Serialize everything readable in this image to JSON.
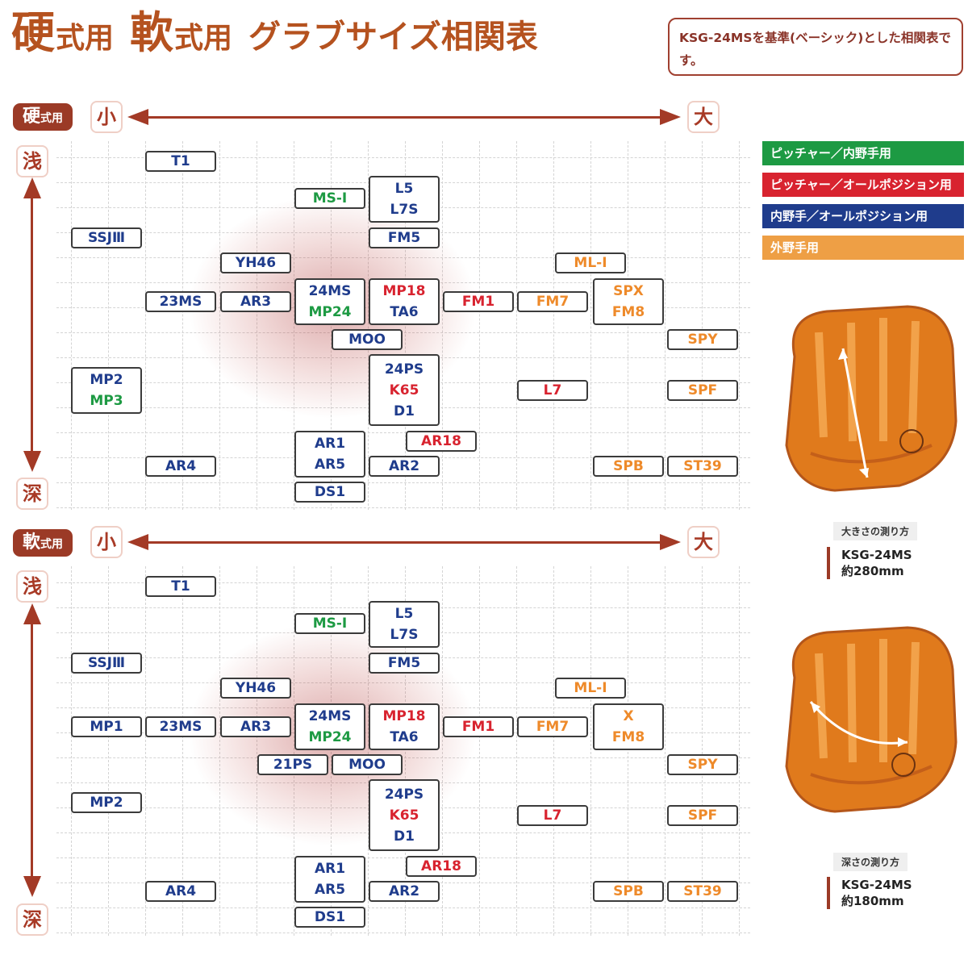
{
  "header": {
    "title_part1_big": "硬",
    "title_part1_small": "式用",
    "title_part2_big": "軟",
    "title_part2_small": "式用",
    "title_part3": "グラブサイズ相関表",
    "note": "KSG-24MSを基準(ベーシック)とした相関表です。"
  },
  "axis": {
    "small": "小",
    "large": "大",
    "shallow": "浅",
    "deep": "深"
  },
  "sections": [
    {
      "tag_main": "硬",
      "tag_sub": "式用",
      "boxes": [
        {
          "lines": [
            {
              "t": "T1",
              "c": "blue"
            }
          ]
        },
        {
          "lines": [
            {
              "t": "MS-I",
              "c": "green"
            }
          ]
        },
        {
          "lines": [
            {
              "t": "L5",
              "c": "blue"
            },
            {
              "t": "L7S",
              "c": "blue"
            }
          ]
        },
        {
          "lines": [
            {
              "t": "SSJⅢ",
              "c": "blue"
            }
          ]
        },
        {
          "lines": [
            {
              "t": "FM5",
              "c": "blue"
            }
          ]
        },
        {
          "lines": [
            {
              "t": "YH46",
              "c": "blue"
            }
          ]
        },
        {
          "lines": [
            {
              "t": "ML-I",
              "c": "orange"
            }
          ]
        },
        {
          "lines": [
            {
              "t": "23MS",
              "c": "blue"
            }
          ]
        },
        {
          "lines": [
            {
              "t": "AR3",
              "c": "blue"
            }
          ]
        },
        {
          "lines": [
            {
              "t": "24MS",
              "c": "blue"
            },
            {
              "t": "MP24",
              "c": "green"
            }
          ]
        },
        {
          "lines": [
            {
              "t": "MP18",
              "c": "red"
            },
            {
              "t": "TA6",
              "c": "blue"
            }
          ]
        },
        {
          "lines": [
            {
              "t": "FM1",
              "c": "red"
            }
          ]
        },
        {
          "lines": [
            {
              "t": "FM7",
              "c": "orange"
            }
          ]
        },
        {
          "lines": [
            {
              "t": "SPX",
              "c": "orange"
            },
            {
              "t": "FM8",
              "c": "orange"
            }
          ]
        },
        {
          "lines": [
            {
              "t": "MOO",
              "c": "blue"
            }
          ]
        },
        {
          "lines": [
            {
              "t": "SPY",
              "c": "orange"
            }
          ]
        },
        {
          "lines": [
            {
              "t": "MP2",
              "c": "blue"
            },
            {
              "t": "MP3",
              "c": "green"
            }
          ]
        },
        {
          "lines": [
            {
              "t": "24PS",
              "c": "blue"
            },
            {
              "t": "K65",
              "c": "red"
            },
            {
              "t": "D1",
              "c": "blue"
            }
          ]
        },
        {
          "lines": [
            {
              "t": "L7",
              "c": "red"
            }
          ]
        },
        {
          "lines": [
            {
              "t": "SPF",
              "c": "orange"
            }
          ]
        },
        {
          "lines": [
            {
              "t": "AR1",
              "c": "blue"
            },
            {
              "t": "AR5",
              "c": "blue"
            }
          ]
        },
        {
          "lines": [
            {
              "t": "AR18",
              "c": "red"
            }
          ]
        },
        {
          "lines": [
            {
              "t": "AR4",
              "c": "blue"
            }
          ]
        },
        {
          "lines": [
            {
              "t": "AR2",
              "c": "blue"
            }
          ]
        },
        {
          "lines": [
            {
              "t": "SPB",
              "c": "orange"
            }
          ]
        },
        {
          "lines": [
            {
              "t": "ST39",
              "c": "orange"
            }
          ]
        },
        {
          "lines": [
            {
              "t": "DS1",
              "c": "blue"
            }
          ]
        }
      ]
    },
    {
      "tag_main": "軟",
      "tag_sub": "式用",
      "boxes": [
        {
          "lines": [
            {
              "t": "T1",
              "c": "blue"
            }
          ]
        },
        {
          "lines": [
            {
              "t": "MS-I",
              "c": "green"
            }
          ]
        },
        {
          "lines": [
            {
              "t": "L5",
              "c": "blue"
            },
            {
              "t": "L7S",
              "c": "blue"
            }
          ]
        },
        {
          "lines": [
            {
              "t": "SSJⅢ",
              "c": "blue"
            }
          ]
        },
        {
          "lines": [
            {
              "t": "FM5",
              "c": "blue"
            }
          ]
        },
        {
          "lines": [
            {
              "t": "YH46",
              "c": "blue"
            }
          ]
        },
        {
          "lines": [
            {
              "t": "ML-I",
              "c": "orange"
            }
          ]
        },
        {
          "lines": [
            {
              "t": "MP1",
              "c": "blue"
            }
          ]
        },
        {
          "lines": [
            {
              "t": "23MS",
              "c": "blue"
            }
          ]
        },
        {
          "lines": [
            {
              "t": "AR3",
              "c": "blue"
            }
          ]
        },
        {
          "lines": [
            {
              "t": "24MS",
              "c": "blue"
            },
            {
              "t": "MP24",
              "c": "green"
            }
          ]
        },
        {
          "lines": [
            {
              "t": "MP18",
              "c": "red"
            },
            {
              "t": "TA6",
              "c": "blue"
            }
          ]
        },
        {
          "lines": [
            {
              "t": "FM1",
              "c": "red"
            }
          ]
        },
        {
          "lines": [
            {
              "t": "FM7",
              "c": "orange"
            }
          ]
        },
        {
          "lines": [
            {
              "t": "X",
              "c": "orange"
            },
            {
              "t": "FM8",
              "c": "orange"
            }
          ]
        },
        {
          "lines": [
            {
              "t": "21PS",
              "c": "blue"
            }
          ]
        },
        {
          "lines": [
            {
              "t": "MOO",
              "c": "blue"
            }
          ]
        },
        {
          "lines": [
            {
              "t": "SPY",
              "c": "orange"
            }
          ]
        },
        {
          "lines": [
            {
              "t": "MP2",
              "c": "blue"
            }
          ]
        },
        {
          "lines": [
            {
              "t": "24PS",
              "c": "blue"
            },
            {
              "t": "K65",
              "c": "red"
            },
            {
              "t": "D1",
              "c": "blue"
            }
          ]
        },
        {
          "lines": [
            {
              "t": "L7",
              "c": "red"
            }
          ]
        },
        {
          "lines": [
            {
              "t": "SPF",
              "c": "orange"
            }
          ]
        },
        {
          "lines": [
            {
              "t": "AR1",
              "c": "blue"
            },
            {
              "t": "AR5",
              "c": "blue"
            }
          ]
        },
        {
          "lines": [
            {
              "t": "AR18",
              "c": "red"
            }
          ]
        },
        {
          "lines": [
            {
              "t": "AR4",
              "c": "blue"
            }
          ]
        },
        {
          "lines": [
            {
              "t": "AR2",
              "c": "blue"
            }
          ]
        },
        {
          "lines": [
            {
              "t": "SPB",
              "c": "orange"
            }
          ]
        },
        {
          "lines": [
            {
              "t": "ST39",
              "c": "orange"
            }
          ]
        },
        {
          "lines": [
            {
              "t": "DS1",
              "c": "blue"
            }
          ]
        }
      ]
    }
  ],
  "colors": {
    "blue": "#1f3c8c",
    "green": "#1d9a43",
    "red": "#d8232f",
    "orange": "#ee8a2a",
    "accent": "#9b3a26"
  },
  "legend": [
    {
      "label": "ピッチャー／内野手用",
      "color": "#1d9a43"
    },
    {
      "label": "ピッチャー／オールポジション用",
      "color": "#d8232f"
    },
    {
      "label": "内野手／オールポジション用",
      "color": "#1f3c8c"
    },
    {
      "label": "外野手用",
      "color": "#ee9f45"
    }
  ],
  "measure": [
    {
      "caption": "大きさの測り方",
      "model": "KSG-24MS",
      "value": "約280mm"
    },
    {
      "caption": "深さの測り方",
      "model": "KSG-24MS",
      "value": "約180mm"
    }
  ]
}
